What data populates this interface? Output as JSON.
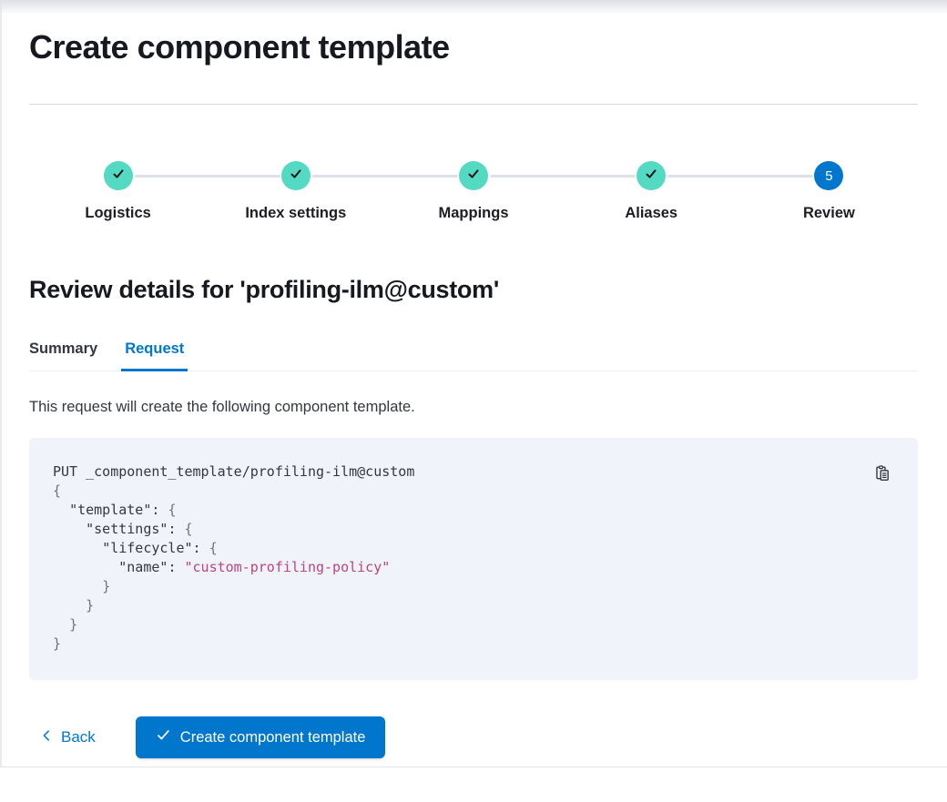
{
  "page": {
    "title": "Create component template"
  },
  "stepper": {
    "steps": [
      {
        "label": "Logistics",
        "status": "complete",
        "icon": "check-icon"
      },
      {
        "label": "Index settings",
        "status": "complete",
        "icon": "check-icon"
      },
      {
        "label": "Mappings",
        "status": "complete",
        "icon": "check-icon"
      },
      {
        "label": "Aliases",
        "status": "complete",
        "icon": "check-icon"
      },
      {
        "label": "Review",
        "status": "active",
        "number": "5"
      }
    ]
  },
  "review": {
    "heading": "Review details for 'profiling-ilm@custom'",
    "tabs": [
      {
        "label": "Summary",
        "active": false
      },
      {
        "label": "Request",
        "active": true
      }
    ],
    "description": "This request will create the following component template."
  },
  "code_block": {
    "copy_icon": "copy-clipboard-icon",
    "lines": [
      [
        {
          "t": "PUT _component_template/profiling-ilm@custom",
          "c": "plain"
        }
      ],
      [
        {
          "t": "{",
          "c": "punct"
        }
      ],
      [
        {
          "t": "  ",
          "c": "plain"
        },
        {
          "t": "\"template\"",
          "c": "key"
        },
        {
          "t": ": ",
          "c": "plain"
        },
        {
          "t": "{",
          "c": "punct"
        }
      ],
      [
        {
          "t": "    ",
          "c": "plain"
        },
        {
          "t": "\"settings\"",
          "c": "key"
        },
        {
          "t": ": ",
          "c": "plain"
        },
        {
          "t": "{",
          "c": "punct"
        }
      ],
      [
        {
          "t": "      ",
          "c": "plain"
        },
        {
          "t": "\"lifecycle\"",
          "c": "key"
        },
        {
          "t": ": ",
          "c": "plain"
        },
        {
          "t": "{",
          "c": "punct"
        }
      ],
      [
        {
          "t": "        ",
          "c": "plain"
        },
        {
          "t": "\"name\"",
          "c": "key"
        },
        {
          "t": ": ",
          "c": "plain"
        },
        {
          "t": "\"custom-profiling-policy\"",
          "c": "string"
        }
      ],
      [
        {
          "t": "      ",
          "c": "plain"
        },
        {
          "t": "}",
          "c": "punct"
        }
      ],
      [
        {
          "t": "    ",
          "c": "plain"
        },
        {
          "t": "}",
          "c": "punct"
        }
      ],
      [
        {
          "t": "  ",
          "c": "plain"
        },
        {
          "t": "}",
          "c": "punct"
        }
      ],
      [
        {
          "t": "}",
          "c": "punct"
        }
      ]
    ]
  },
  "footer": {
    "back_label": "Back",
    "back_icon": "chevron-left-icon",
    "submit_label": "Create component template",
    "submit_icon": "check-icon"
  },
  "colors": {
    "primary": "#0077cc",
    "step_complete": "#54d9c3",
    "code_background": "#f0f3fa",
    "code_string": "#bd4380",
    "text": "#343741",
    "heading": "#16191f",
    "divider": "#d3dae6"
  }
}
